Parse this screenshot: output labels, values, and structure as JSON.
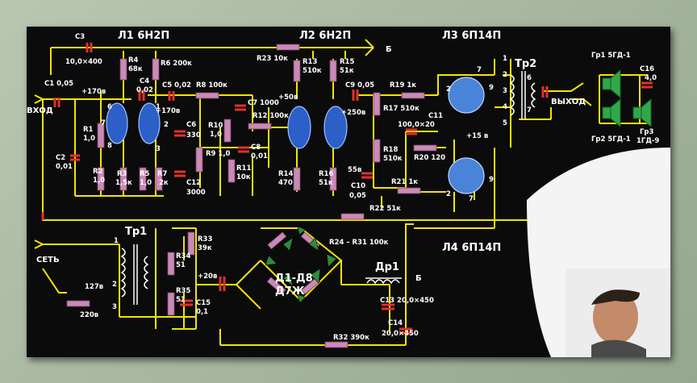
{
  "tubes": {
    "l1": "Л1 6Н2П",
    "l2": "Л2 6Н2П",
    "l3": "Л3 6П14П",
    "l4": "Л4 6П14П",
    "rect": "Д1-Д8",
    "rect_type": "Д7Ж"
  },
  "resistors": {
    "r1": "R1",
    "r1v": "1,0",
    "r2": "R2",
    "r2v": "1,0",
    "r3": "R3",
    "r3v": "1,5к",
    "r4": "R4",
    "r4v": "68к",
    "r5": "R5",
    "r5v": "1,0",
    "r6": "R6 200к",
    "r7": "R7",
    "r7v": "2к",
    "r8": "R8 100к",
    "r9": "R9 1,0",
    "r10": "R10",
    "r10v": "1,0",
    "r11": "R11",
    "r11v": "10к",
    "r12": "R12 100к",
    "r13": "R13",
    "r13v": "510к",
    "r14": "R14",
    "r14v": "470",
    "r15": "R15",
    "r15v": "51к",
    "r16": "R16",
    "r16v": "51к",
    "r17": "R17 510к",
    "r18": "R18",
    "r18v": "510к",
    "r19": "R19 1к",
    "r20": "R20 120",
    "r21": "R21 1к",
    "r22": "R22 51к",
    "r23": "R23 10к",
    "r24": "R24 – R31 100к",
    "r32": "R32 390к",
    "r33": "R33",
    "r33v": "39к",
    "r34": "R34",
    "r34v": "51",
    "r35": "R35",
    "r35v": "51"
  },
  "capacitors": {
    "c1": "C1 0,05",
    "c2": "C2",
    "c2v": "0,01",
    "c3": "C3",
    "c3v": "10,0×400",
    "c4": "C4",
    "c4v": "0,02",
    "c5": "C5 0,02",
    "c6": "C6",
    "c6v": "330",
    "c7": "C7 1000",
    "c8": "C8",
    "c8v": "0,01",
    "c9": "C9 0,05",
    "c10": "C10",
    "c10v": "0,05",
    "c11": "C11",
    "c11v": "100,0×20",
    "c12": "C12",
    "c12v": "3000",
    "c13": "C13 20,0×450",
    "c14": "C14",
    "c14v": "20,0×450",
    "c15": "C15",
    "c15v": "0,1",
    "c16": "C16",
    "c16v": "4,0"
  },
  "voltages": {
    "v1": "+170в",
    "v2": "+170в",
    "v3": "+50в",
    "v4": "+250в",
    "v5": "+15 в",
    "v6": "+20в",
    "v7": "55в"
  },
  "labels": {
    "input": "ВХОД",
    "output": "ВЫХОД",
    "mains": "СЕТЬ",
    "v127": "127в",
    "v220": "220в",
    "tr1": "Тр1",
    "tr2": "Тр2",
    "choke": "Др1",
    "nodeB": "Б",
    "nodeB2": "Б",
    "gr1": "Гр1 5ГД-1",
    "gr2": "Гр2 5ГД-1",
    "gr3": "Гр3",
    "gr3v": "1ГД-9"
  },
  "pins": {
    "p6": "6",
    "p7": "7",
    "p8": "8",
    "p1": "1",
    "p2": "2",
    "p3": "3",
    "p9": "9",
    "p4": "4",
    "p5": "5"
  },
  "colors": {
    "wire": "#f2e600",
    "resistor": "#c98ab6",
    "capacitor": "#e0302c",
    "tube": "#2c5fc7",
    "diode": "#2f8a3a",
    "background": "#0b0b0b"
  }
}
